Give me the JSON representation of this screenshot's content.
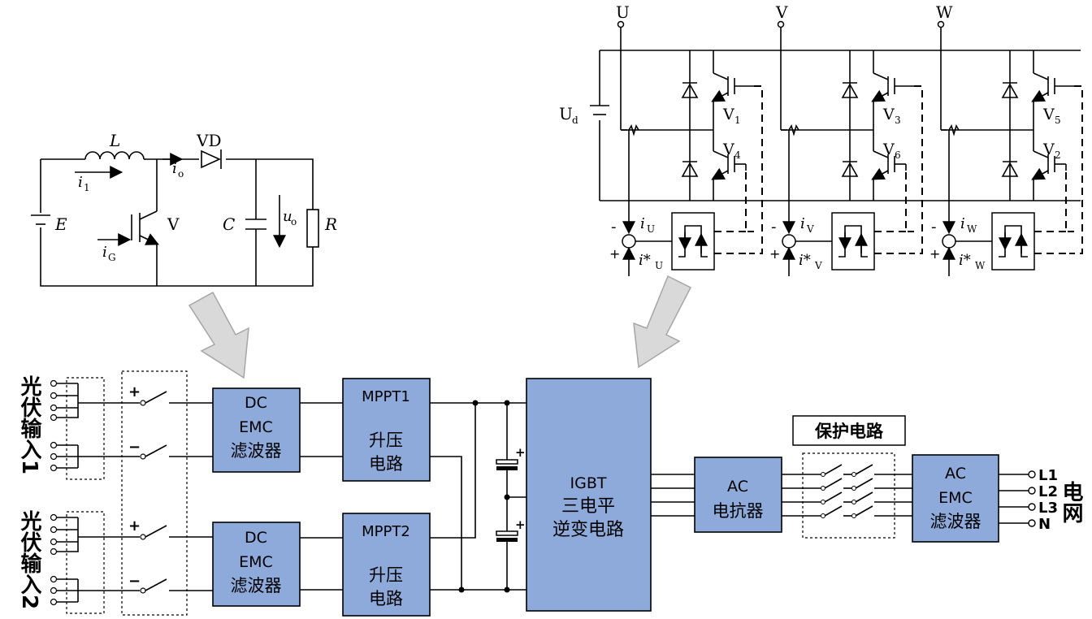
{
  "boost": {
    "L": "L",
    "VD": "VD",
    "i1": "i",
    "i1_sub": "1",
    "io": "i",
    "io_sub": "o",
    "E": "E",
    "V": "V",
    "iG": "i",
    "iG_sub": "G",
    "C": "C",
    "uo": "u",
    "uo_sub": "o",
    "R": "R"
  },
  "inverter": {
    "U": "U",
    "Vph": "V",
    "W": "W",
    "Ud": "U",
    "Ud_sub": "d",
    "V1": "V",
    "V1_sub": "1",
    "V3": "V",
    "V3_sub": "3",
    "V5": "V",
    "V5_sub": "5",
    "V4": "V",
    "V4_sub": "4",
    "V6": "V",
    "V6_sub": "6",
    "V2": "V",
    "V2_sub": "2",
    "iU": "i",
    "iU_sub": "U",
    "iV": "i",
    "iV_sub": "V",
    "iW": "i",
    "iW_sub": "W",
    "isU": "i*",
    "isU_sub": "U",
    "isV": "i*",
    "isV_sub": "V",
    "isW": "i*",
    "isW_sub": "W",
    "minus": "-",
    "plus": "+"
  },
  "system": {
    "pv_input_1": "光伏输入1",
    "pv_input_2": "光伏输入2",
    "plus": "+",
    "minus": "−",
    "dc_emc_1": [
      "DC",
      "EMC",
      "滤波器"
    ],
    "dc_emc_2": [
      "DC",
      "EMC",
      "滤波器"
    ],
    "mppt1": [
      "MPPT1",
      "升压",
      "电路"
    ],
    "mppt2": [
      "MPPT2",
      "升压",
      "电路"
    ],
    "igbt": [
      "IGBT",
      "三电平",
      "逆变电路"
    ],
    "ac_reactor": [
      "AC",
      "电抗器"
    ],
    "protection": "保护电路",
    "ac_emc": [
      "AC",
      "EMC",
      "滤波器"
    ],
    "outputs": [
      "L1",
      "L2",
      "L3",
      "N"
    ],
    "grid": "电网"
  }
}
